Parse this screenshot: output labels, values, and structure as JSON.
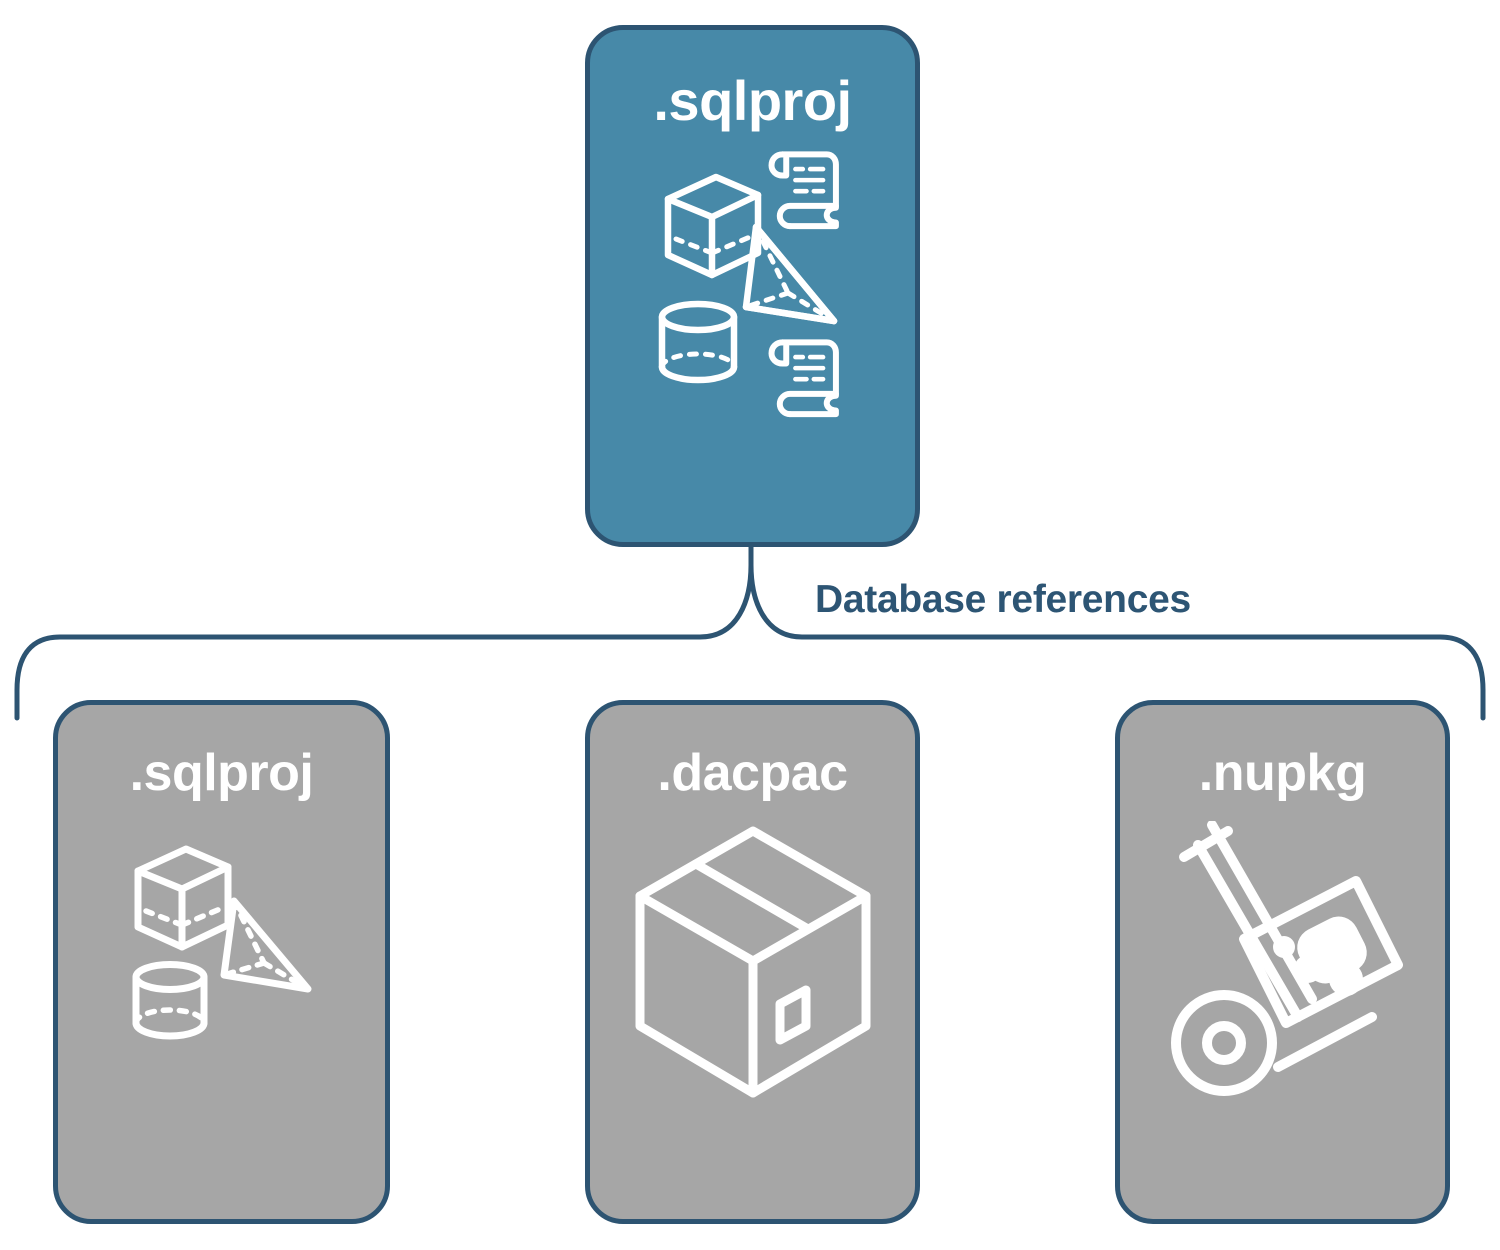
{
  "diagram": {
    "title": "Database references",
    "colors": {
      "root_card_fill": "#4789a8",
      "reference_card_fill": "#a6a6a6",
      "border": "#2d5472",
      "label_text": "#2d5574",
      "icon_stroke": "#ffffff",
      "background": "#ffffff"
    },
    "root": {
      "label": ".sqlproj",
      "icons": [
        "cube-wireframe-icon",
        "scroll-icon",
        "pyramid-wireframe-icon",
        "cylinder-wireframe-icon",
        "scroll-icon"
      ]
    },
    "connector": {
      "label": "Database references",
      "style": "curly-brace",
      "direction": "top-to-bottom"
    },
    "references": [
      {
        "label": ".sqlproj",
        "icons": [
          "cube-wireframe-icon",
          "pyramid-wireframe-icon",
          "cylinder-wireframe-icon"
        ]
      },
      {
        "label": ".dacpac",
        "icons": [
          "package-box-icon"
        ]
      },
      {
        "label": ".nupkg",
        "icons": [
          "hand-truck-icon",
          "nuget-package-icon"
        ]
      }
    ]
  }
}
